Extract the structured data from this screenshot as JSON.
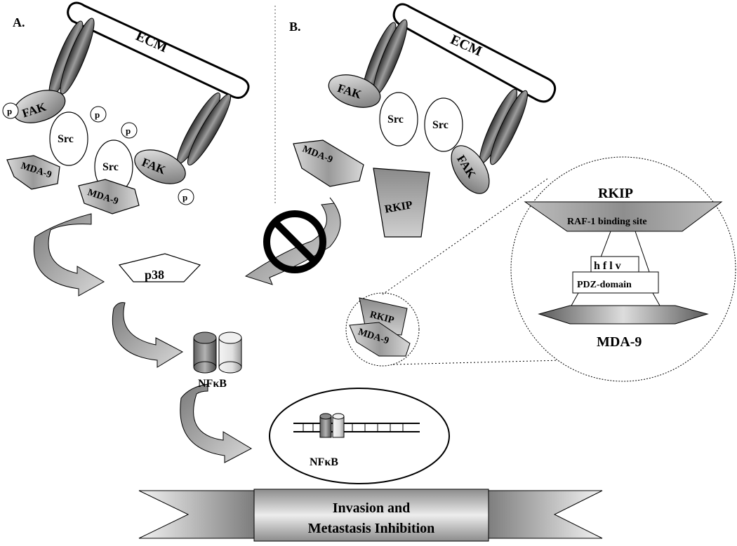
{
  "panels": {
    "a_label": "A.",
    "b_label": "B."
  },
  "labels": {
    "ecm": "ECM",
    "fak": "FAK",
    "src": "Src",
    "phospho": "p",
    "mda9": "MDA-9",
    "rkip": "RKIP",
    "p38": "p38",
    "nfkb": "NFκB"
  },
  "zoom_inset": {
    "title": "RKIP",
    "binding_site": "RAF-1 binding site",
    "motif": "h f l v",
    "pdz": "PDZ-domain",
    "partner": "MDA-9"
  },
  "banner": {
    "line1": "Invasion and",
    "line2": "Metastasis Inhibition"
  },
  "colors": {
    "fill_light": "#e6e6e6",
    "fill_mid": "#a8a8a8",
    "fill_dark": "#5a5a5a",
    "stroke": "#000000"
  }
}
